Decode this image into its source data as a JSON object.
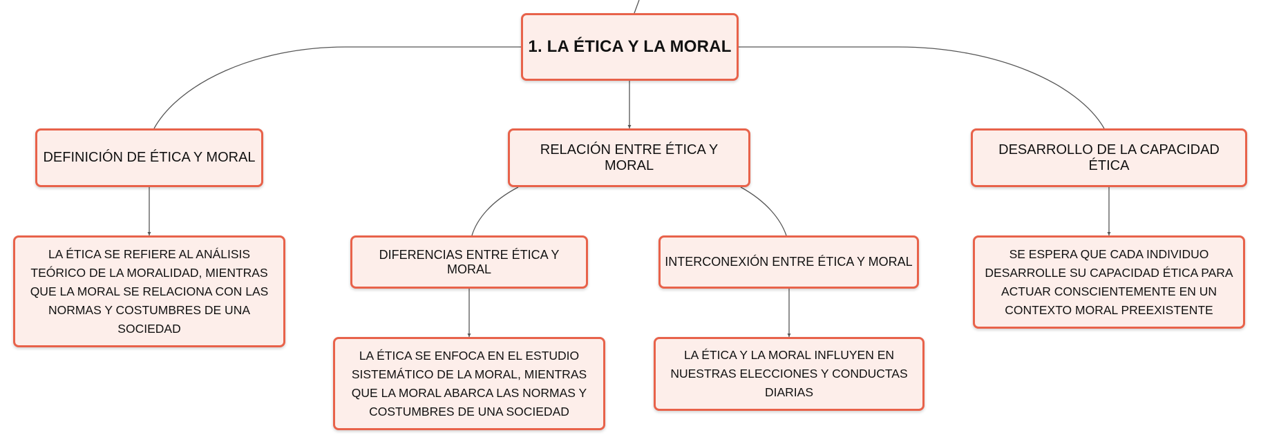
{
  "root": {
    "label": "1. LA ÉTICA Y LA MORAL"
  },
  "branches": {
    "definicion": {
      "label": "DEFINICIÓN DE ÉTICA Y MORAL",
      "detail": "LA ÉTICA SE REFIERE AL ANÁLISIS TEÓRICO DE LA MORALIDAD, MIENTRAS QUE LA MORAL SE RELACIONA CON LAS NORMAS Y COSTUMBRES DE UNA SOCIEDAD"
    },
    "relacion": {
      "label": "RELACIÓN ENTRE ÉTICA Y MORAL",
      "diferencias": {
        "label": "DIFERENCIAS ENTRE ÉTICA Y MORAL",
        "detail": "LA ÉTICA SE ENFOCA EN EL ESTUDIO SISTEMÁTICO DE LA MORAL, MIENTRAS QUE LA MORAL ABARCA LAS NORMAS Y COSTUMBRES DE UNA SOCIEDAD"
      },
      "interconexion": {
        "label": "INTERCONEXIÓN ENTRE ÉTICA Y MORAL",
        "detail": "LA ÉTICA Y LA MORAL INFLUYEN EN NUESTRAS ELECCIONES Y CONDUCTAS DIARIAS"
      }
    },
    "desarrollo": {
      "label": "DESARROLLO DE LA CAPACIDAD ÉTICA",
      "detail": "SE ESPERA QUE CADA INDIVIDUO DESARROLLE SU CAPACIDAD ÉTICA PARA ACTUAR CONSCIENTEMENTE EN UN CONTEXTO MORAL PREEXISTENTE"
    }
  },
  "colors": {
    "node_fill": "#fdeeea",
    "node_border": "#e8624a",
    "connector": "#555555"
  }
}
